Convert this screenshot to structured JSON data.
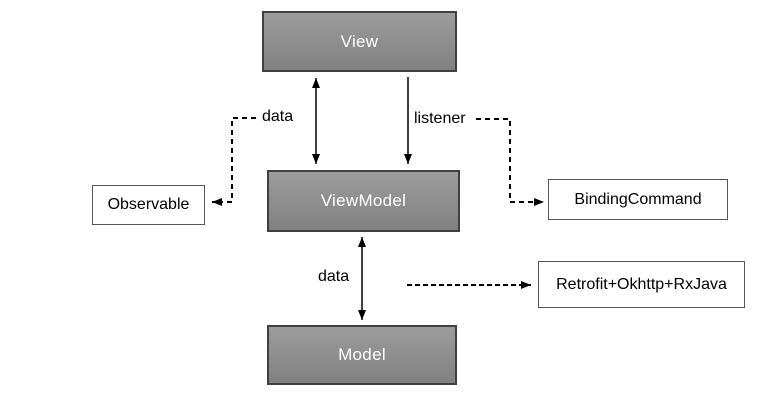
{
  "diagram": {
    "kind": "architecture-flow-diagram"
  },
  "nodes": {
    "view": {
      "label": "View",
      "style": "gray"
    },
    "viewmodel": {
      "label": "ViewModel",
      "style": "gray"
    },
    "model": {
      "label": "Model",
      "style": "gray"
    },
    "observable": {
      "label": "Observable",
      "style": "white"
    },
    "binding_command": {
      "label": "BindingCommand",
      "style": "white"
    },
    "retrofit": {
      "label": "Retrofit+Okhttp+RxJava",
      "style": "white"
    }
  },
  "edge_labels": {
    "data_top": "data",
    "listener": "listener",
    "data_bottom": "data"
  },
  "edges": [
    {
      "from": "View",
      "to": "ViewModel",
      "style": "solid",
      "direction": "both",
      "label": "data"
    },
    {
      "from": "View",
      "to": "ViewModel",
      "style": "solid",
      "direction": "one-way",
      "label": "listener"
    },
    {
      "from": "data",
      "to": "Observable",
      "style": "dashed",
      "direction": "one-way"
    },
    {
      "from": "listener",
      "to": "BindingCommand",
      "style": "dashed",
      "direction": "one-way"
    },
    {
      "from": "ViewModel",
      "to": "Model",
      "style": "solid",
      "direction": "both",
      "label": "data"
    },
    {
      "from": "data",
      "to": "Retrofit+Okhttp+RxJava",
      "style": "dashed",
      "direction": "one-way"
    }
  ],
  "colors": {
    "background": "#ffffff",
    "gray_box_top": "#9c9c9c",
    "gray_box_bottom": "#818181",
    "gray_box_border": "#404040",
    "gray_box_text": "#ffffff",
    "white_box_bg": "#ffffff",
    "white_box_border": "#555555",
    "text": "#000000",
    "arrow": "#000000"
  }
}
